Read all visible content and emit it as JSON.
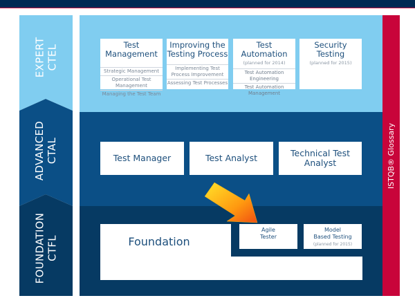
{
  "colors": {
    "top_bar": "#002a54",
    "expert": "#80cdf0",
    "advanced": "#0b4f86",
    "foundation": "#063a63",
    "glossary": "#c8043a",
    "box_text": "#1d4f7c"
  },
  "levels": {
    "expert": {
      "line1": "EXPERT",
      "line2": "CTEL"
    },
    "advanced": {
      "line1": "ADVANCED",
      "line2": "CTAL"
    },
    "foundation": {
      "line1": "FOUNDATION",
      "line2": "CTFL"
    }
  },
  "glossary": {
    "label": "ISTQB® Glossary"
  },
  "expert_modules": [
    {
      "title": "Test Management",
      "planned": "",
      "subs": [
        "Strategic Management",
        "Operational Test Management",
        "Managing the Test Team"
      ]
    },
    {
      "title": "Improving the Testing Process",
      "planned": "",
      "subs": [
        "Implementing Test Process Improvement",
        "Assessing Test Processes"
      ]
    },
    {
      "title": "Test Automation",
      "planned": "(planned for 2014)",
      "subs": [
        "Test Automation Engineering",
        "Test Automation Management"
      ]
    },
    {
      "title": "Security Testing",
      "planned": "(planned for 2015)",
      "subs": []
    }
  ],
  "advanced_modules": [
    {
      "title": "Test Manager"
    },
    {
      "title": "Test Analyst"
    },
    {
      "title": "Technical Test Analyst"
    }
  ],
  "foundation_modules": {
    "core": {
      "title": "Foundation"
    },
    "agile": {
      "line1": "Agile",
      "line2": "Tester"
    },
    "mbt": {
      "line1": "Model",
      "line2": "Based Testing",
      "planned": "(planned for 2015)"
    }
  }
}
